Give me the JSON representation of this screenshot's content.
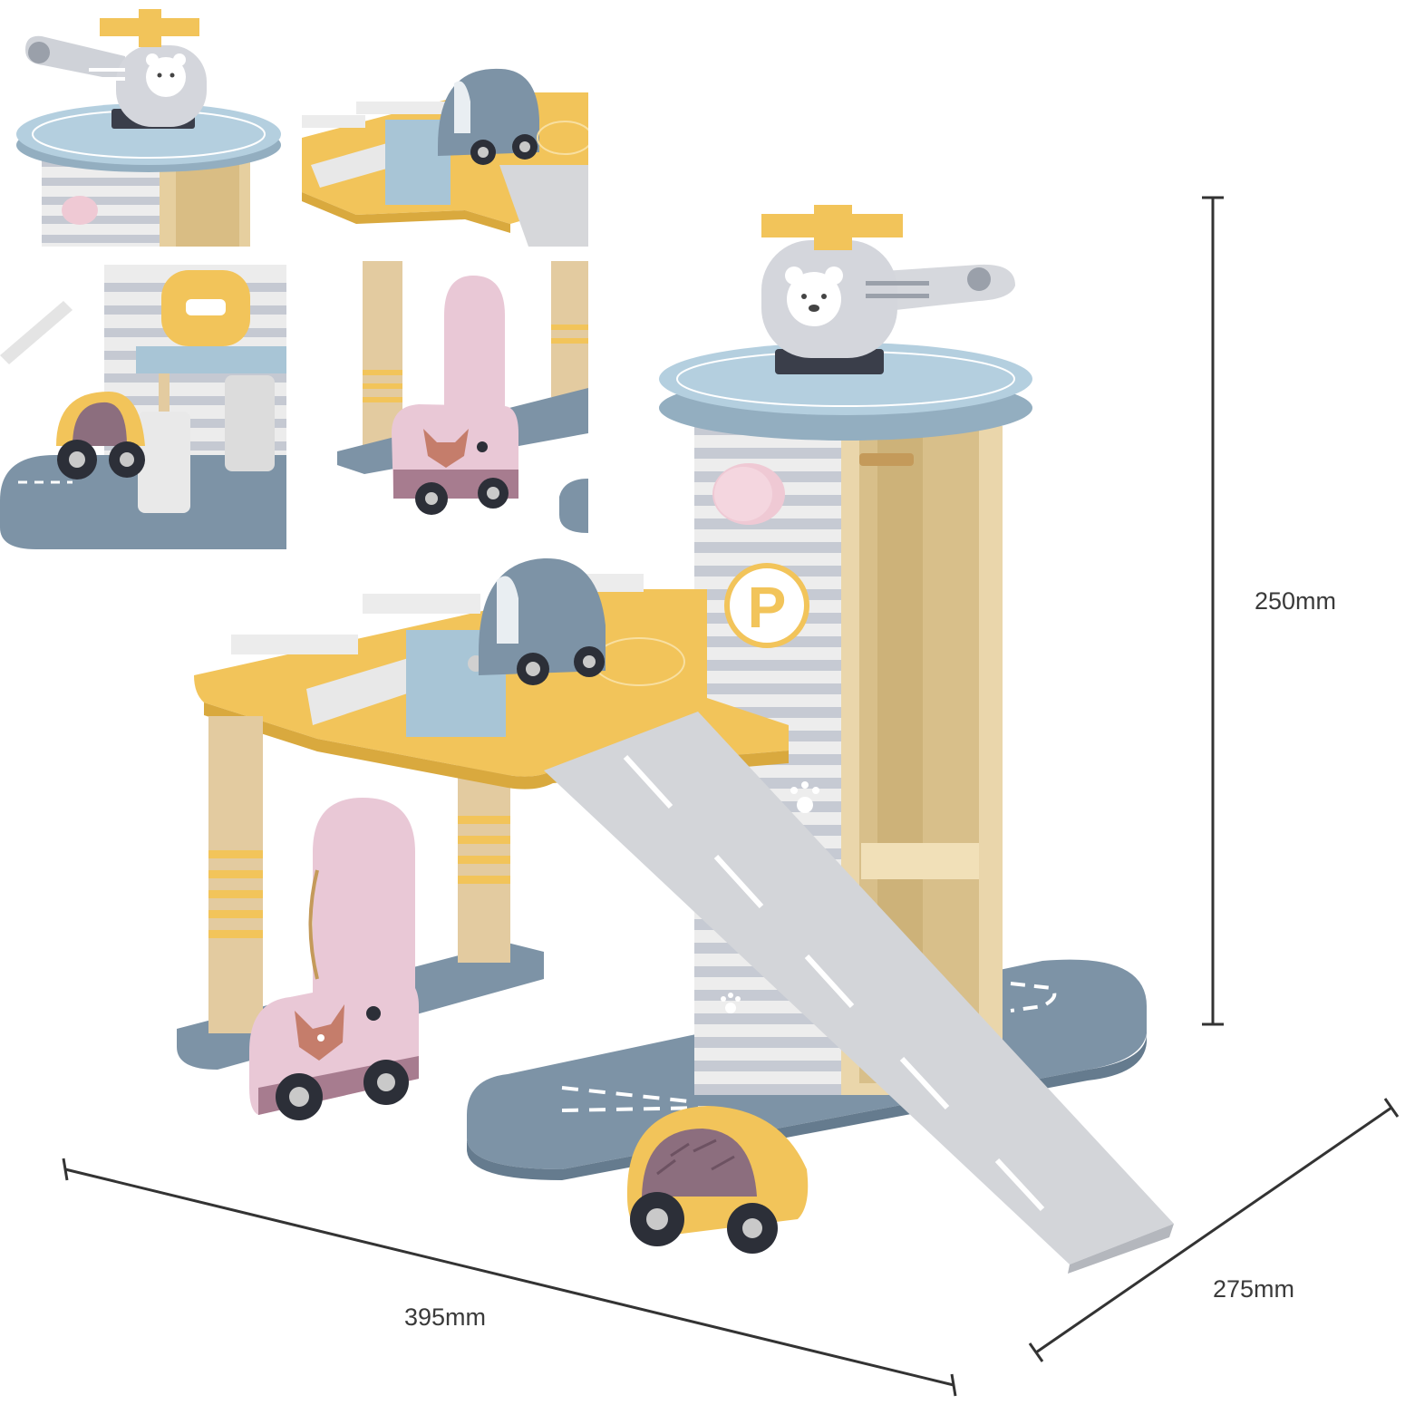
{
  "colors": {
    "blue_grey": "#7d93a6",
    "light_blue": "#a9c6d8",
    "mustard": "#f2c45a",
    "pink": "#e9c8d6",
    "grey": "#c9cbd0",
    "wood": "#e3cba0",
    "dark": "#2c2f38",
    "dimension_line": "#333333"
  },
  "dimensions": {
    "height": "250mm",
    "width": "395mm",
    "depth": "275mm"
  },
  "icons": [
    "bear-icon",
    "fox-icon",
    "hedgehog-icon",
    "parking-p-icon",
    "paw-icon",
    "car-wash-icon"
  ],
  "tower_sign": "P"
}
